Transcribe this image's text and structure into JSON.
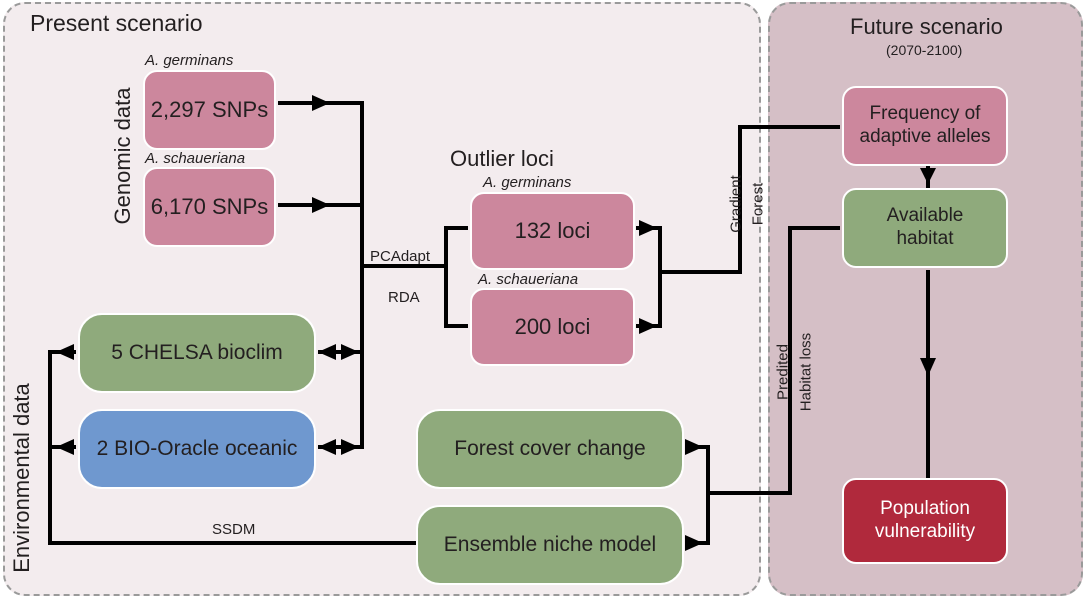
{
  "present": {
    "title": "Present scenario",
    "genomic_label": "Genomic data",
    "environmental_label": "Environmental data",
    "species_germinans": "A. germinans",
    "species_schaueriana": "A. schaueriana",
    "snps_germinans": "2,297 SNPs",
    "snps_schaueriana": "6,170 SNPs",
    "outlier_title": "Outlier loci",
    "loci_germinans": "132 loci",
    "loci_schaueriana": "200 loci",
    "method_pcadapt": "PCAdapt",
    "method_rda": "RDA",
    "chelsa": "5 CHELSA bioclim",
    "biooracle": "2 BIO-Oracle oceanic",
    "forest_cover": "Forest cover change",
    "ensemble": "Ensemble niche model",
    "ssdm": "SSDM"
  },
  "future": {
    "title": "Future scenario",
    "period": "(2070-2100)",
    "frequency": "Frequency of adaptive alleles",
    "habitat": "Available habitat",
    "vulnerability": "Population vulnerability"
  },
  "links": {
    "gradient": "Gradient",
    "forest": "Forest",
    "predited": "Predited",
    "habitat_loss": "Habitat loss"
  },
  "colors": {
    "genomic_pink": "#cc879d",
    "environment_green": "#8faa7c",
    "oceanic_blue": "#6f98cf",
    "vulnerability_red": "#b0293c",
    "present_panel": "#f3ecee",
    "future_panel": "#d5bfc6"
  }
}
